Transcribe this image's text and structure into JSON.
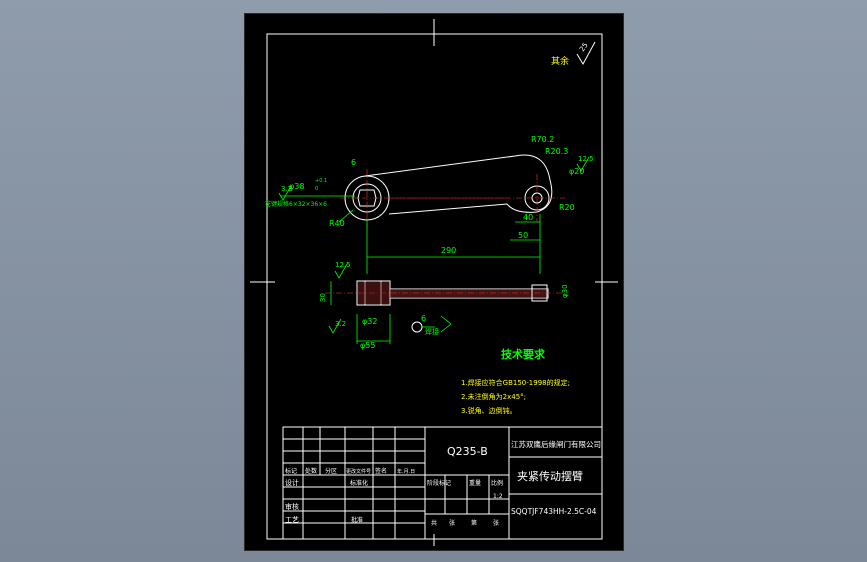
{
  "drawing": {
    "roughness_label": "其余",
    "roughness_value": "25",
    "dims_top": {
      "r70": "R70.2",
      "r20_3": "R20.3",
      "d6": "6",
      "ra12": "12.5",
      "phi20": "φ20",
      "r20": "R20",
      "d40": "40",
      "d50": "50",
      "d290": "290",
      "r40": "R40",
      "phi38": "φ38",
      "tol_upper": "+0.1",
      "tol_lower": "0",
      "ra32": "3.2",
      "spline": "花键规格6×32×36×6"
    },
    "dims_side": {
      "ra12": "12.5",
      "d30": "30",
      "phi55": "φ55",
      "phi32": "φ32",
      "ra32": "3.2",
      "weld": "6",
      "weld_label": "焊接",
      "phi30": "φ30"
    },
    "tech": {
      "title": "技术要求",
      "items": [
        "1.焊接应符合GB150-1998的规定;",
        "2.未注倒角为2x45°;",
        "3.锐角、边倒钝。"
      ]
    },
    "title_block": {
      "material": "Q235-B",
      "company": "江苏双鹰后缘闸门有限公司",
      "part_name": "夹紧传动摆臂",
      "drawing_no": "SQQTJF743HH-2.5C-04",
      "scale": "1:2",
      "headers": [
        "标记",
        "处数",
        "分区",
        "更改文件号",
        "签名",
        "年.月.日"
      ],
      "rows": [
        "设计",
        "审核",
        "工艺"
      ],
      "std": "标准化",
      "approve": "批准",
      "stage": "阶段标记",
      "weight": "重量",
      "scale_label": "比例",
      "sheets_total": "共",
      "sheet": "张",
      "sheet_no": "第",
      "sheet_unit": "张"
    }
  }
}
